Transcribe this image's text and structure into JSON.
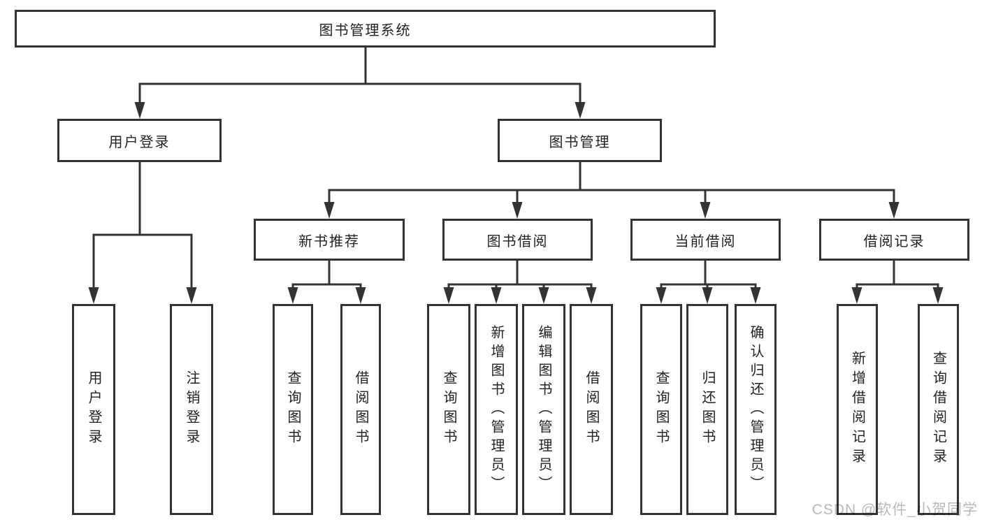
{
  "tree": {
    "label": "图书管理系统",
    "children": [
      {
        "label": "用户登录",
        "children": [
          {
            "label": "用户登录"
          },
          {
            "label": "注销登录"
          }
        ]
      },
      {
        "label": "图书管理",
        "children": [
          {
            "label": "新书推荐",
            "children": [
              {
                "label": "查询图书"
              },
              {
                "label": "借阅图书"
              }
            ]
          },
          {
            "label": "图书借阅",
            "children": [
              {
                "label": "查询图书"
              },
              {
                "label": "新增图书（管理员）"
              },
              {
                "label": "编辑图书（管理员）"
              },
              {
                "label": "借阅图书"
              }
            ]
          },
          {
            "label": "当前借阅",
            "children": [
              {
                "label": "查询图书"
              },
              {
                "label": "归还图书"
              },
              {
                "label": "确认归还（管理员）"
              }
            ]
          },
          {
            "label": "借阅记录",
            "children": [
              {
                "label": "新增借阅记录"
              },
              {
                "label": "查询借阅记录"
              }
            ]
          }
        ]
      }
    ]
  },
  "watermark": {
    "text": "CSDN @软件_小贺同学"
  },
  "colors": {
    "line": "#333333",
    "box_background": "#ffffff",
    "text": "#222222",
    "watermark": "rgba(0,0,0,0.28)"
  }
}
